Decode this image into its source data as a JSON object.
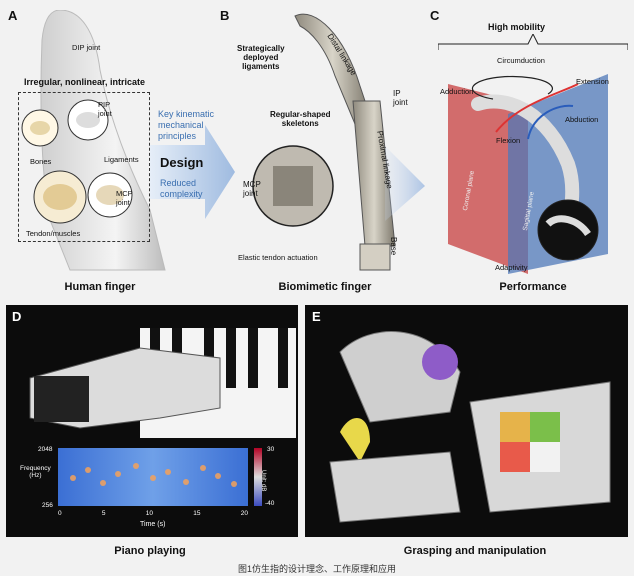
{
  "panels": {
    "A": {
      "letter": "A",
      "dip": "DIP joint",
      "header": "Irregular, nonlinear, intricate",
      "pip": "PIP\njoint",
      "bones": "Bones",
      "ligaments": "Ligaments",
      "mcp": "MCP\njoint",
      "tendon": "Tendon/muscles",
      "caption": "Human finger"
    },
    "middle": {
      "key": "Key kinematic\nmechanical\nprinciples",
      "design": "Design",
      "reduced": "Reduced\ncomplexity"
    },
    "B": {
      "letter": "B",
      "strategic": "Strategically\ndeployed\nligaments",
      "distal": "Distal linkage",
      "ip": "IP\njoint",
      "skeleton": "Regular-shaped\nskeletons",
      "proximal": "Proximal linkage",
      "mcp": "MCP\njoint",
      "base": "Base",
      "elastic": "Elastic tendon actuation",
      "caption": "Biomimetic finger"
    },
    "C": {
      "letter": "C",
      "high": "High mobility",
      "circ": "Circumduction",
      "extension": "Extension",
      "adduction": "Adduction",
      "abduction": "Abduction",
      "flexion": "Flexion",
      "coronal": "Coronal plane",
      "sagittal": "Sagittal plane",
      "adaptivity": "Adaptivity",
      "caption": "Performance"
    },
    "D": {
      "letter": "D",
      "ylabel": "Frequency\n(Hz)",
      "ytick_top": "2048",
      "ytick_bottom": "256",
      "cb_top": "30",
      "cb_mid": "Unit: dB",
      "cb_bottom": "-40",
      "xlabel": "Time (s)",
      "xticks": [
        "0",
        "5",
        "10",
        "15",
        "20"
      ],
      "caption": "Piano playing"
    },
    "E": {
      "letter": "E",
      "caption": "Grasping and manipulation"
    }
  },
  "figure_caption": "图1仿生指的设计理念、工作原理和应用",
  "colors": {
    "blue_text": "#3a6fb0",
    "red_plane": "#c94a4a",
    "blue_plane": "#4f78b8",
    "panel_black": "#0c0c0c"
  }
}
